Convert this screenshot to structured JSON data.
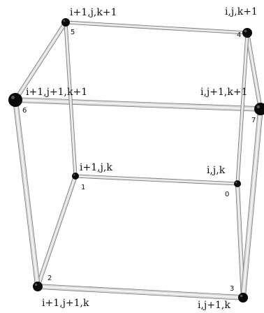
{
  "diagram": {
    "vertices": [
      {
        "index": "0",
        "label": "i,j,k"
      },
      {
        "index": "1",
        "label": "i+1,j,k"
      },
      {
        "index": "2",
        "label": "i+1,j+1,k"
      },
      {
        "index": "3",
        "label": "i,j+1,k"
      },
      {
        "index": "4",
        "label": "i,j,k+1"
      },
      {
        "index": "5",
        "label": "i+1,j,k+1"
      },
      {
        "index": "6",
        "label": "i+1,j+1,k+1"
      },
      {
        "index": "7",
        "label": "i,j+1,k+1"
      }
    ],
    "edges": [
      [
        "0",
        "1"
      ],
      [
        "1",
        "2"
      ],
      [
        "2",
        "3"
      ],
      [
        "3",
        "0"
      ],
      [
        "4",
        "5"
      ],
      [
        "5",
        "6"
      ],
      [
        "6",
        "7"
      ],
      [
        "7",
        "4"
      ],
      [
        "0",
        "4"
      ],
      [
        "1",
        "5"
      ],
      [
        "2",
        "6"
      ],
      [
        "3",
        "7"
      ]
    ],
    "colors": {
      "rod_fill": "#d9d9d9",
      "rod_outline": "#7a7a7a",
      "node": "#0a0a0a",
      "background": "#ffffff"
    }
  }
}
